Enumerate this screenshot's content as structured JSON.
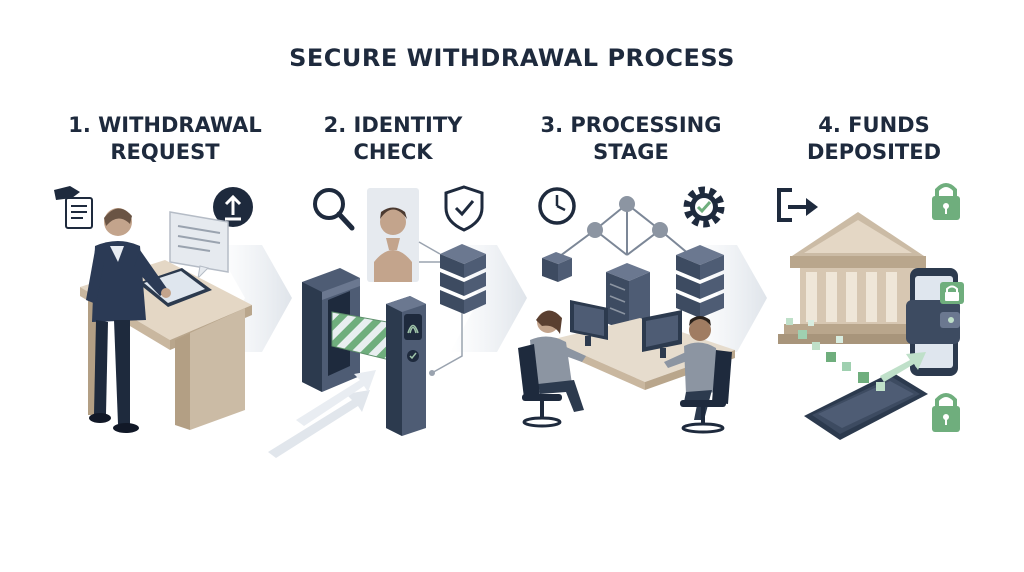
{
  "title": "SECURE WITHDRAWAL PROCESS",
  "steps": [
    {
      "line1": "1. WITHDRAWAL",
      "line2": "REQUEST",
      "icons": [
        "hand-document-icon",
        "upload-icon"
      ]
    },
    {
      "line1": "2. IDENTITY",
      "line2": "CHECK",
      "icons": [
        "magnifier-icon",
        "face-id-icon",
        "shield-check-icon"
      ]
    },
    {
      "line1": "3. PROCESSING",
      "line2": "STAGE",
      "icons": [
        "clock-icon",
        "gear-check-icon"
      ]
    },
    {
      "line1": "4. FUNDS",
      "line2": "DEPOSITED",
      "icons": [
        "export-arrow-icon",
        "padlock-icon"
      ]
    }
  ],
  "colors": {
    "navy": "#1e2a3d",
    "slate": "#3d4b61",
    "grey": "#8c95a2",
    "desk": "#d7c7b2",
    "green": "#6fae7d",
    "mint": "#bfe0c9"
  }
}
